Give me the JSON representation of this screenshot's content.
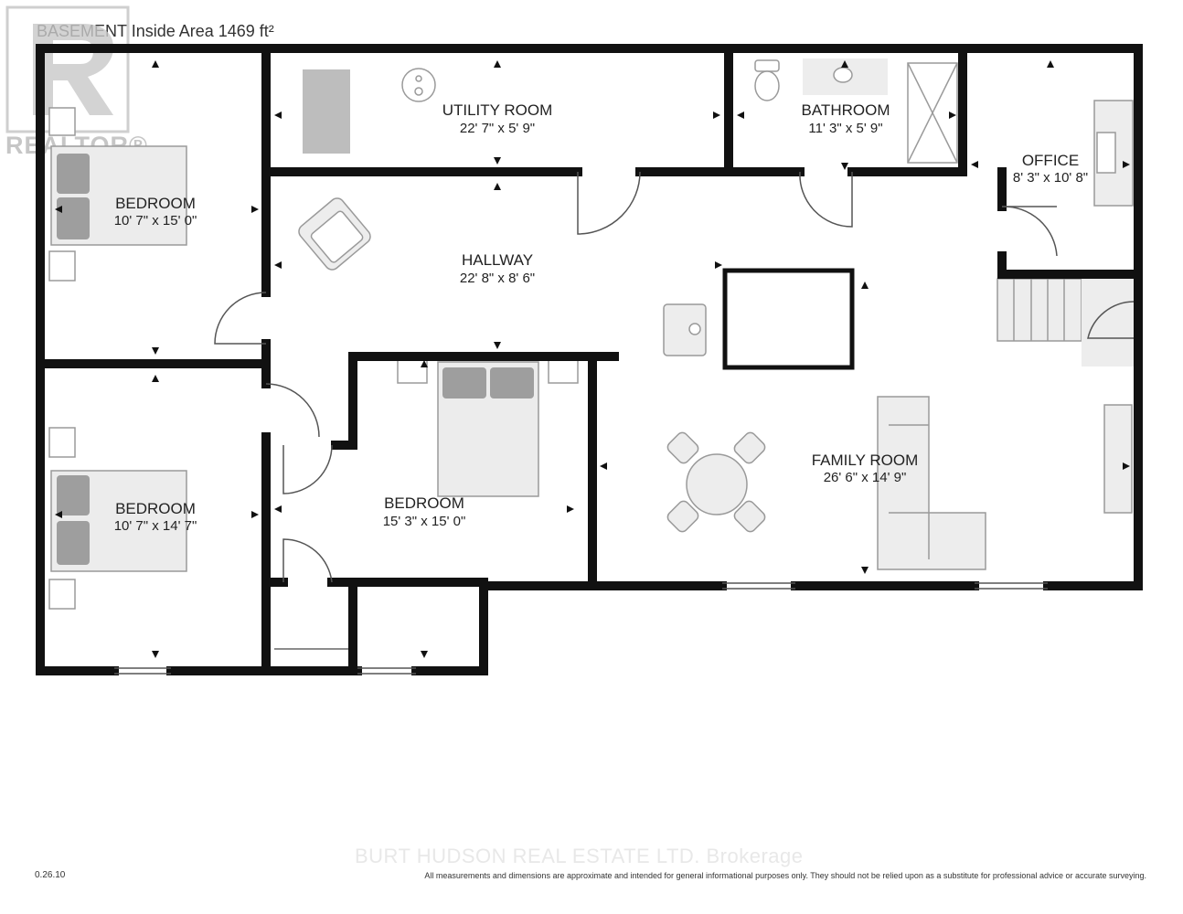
{
  "header": {
    "title": "BASEMENT Inside Area 1469 ft²"
  },
  "rooms": [
    {
      "key": "utility",
      "name": "UTILITY ROOM",
      "dims": "22' 7\" x 5' 9\""
    },
    {
      "key": "bathroom",
      "name": "BATHROOM",
      "dims": "11' 3\" x 5' 9\""
    },
    {
      "key": "office",
      "name": "OFFICE",
      "dims": "8' 3\" x 10' 8\""
    },
    {
      "key": "bedroom1",
      "name": "BEDROOM",
      "dims": "10' 7\" x 15' 0\""
    },
    {
      "key": "hallway",
      "name": "HALLWAY",
      "dims": "22' 8\" x 8' 6\""
    },
    {
      "key": "bedroom2",
      "name": "BEDROOM",
      "dims": "10' 7\" x 14' 7\""
    },
    {
      "key": "bedroom3",
      "name": "BEDROOM",
      "dims": "15' 3\" x 15' 0\""
    },
    {
      "key": "family",
      "name": "FAMILY ROOM",
      "dims": "26' 6\" x 14' 9\""
    }
  ],
  "watermark": {
    "logo_text": "REALTOR®",
    "brokerage": "BURT HUDSON REAL ESTATE LTD. Brokerage"
  },
  "footer": {
    "version": "0.26.10",
    "disclaimer": "All measurements and dimensions are approximate and intended for general informational purposes only. They should not be relied upon as a substitute for professional advice or accurate surveying."
  },
  "colors": {
    "wall": "#111111",
    "furniture": "#9e9e9e",
    "furniture_light": "#e6e6e6"
  }
}
